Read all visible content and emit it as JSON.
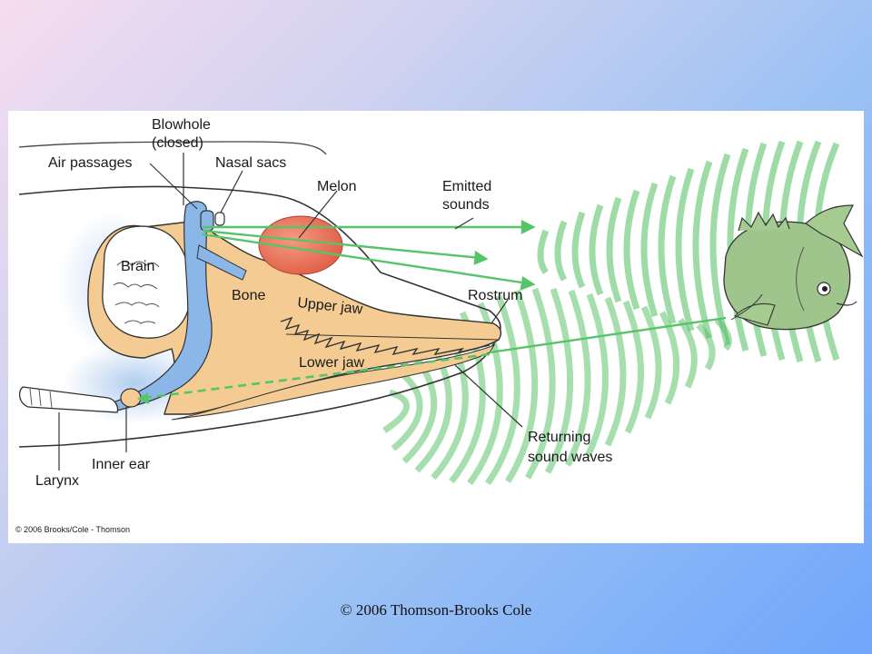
{
  "labels": {
    "blowhole": "Blowhole",
    "blowhole_state": "(closed)",
    "air_passages": "Air passages",
    "nasal_sacs": "Nasal sacs",
    "melon": "Melon",
    "emitted_line1": "Emitted",
    "emitted_line2": "sounds",
    "brain": "Brain",
    "bone": "Bone",
    "upper_jaw": "Upper jaw",
    "rostrum": "Rostrum",
    "lower_jaw": "Lower jaw",
    "returning_line1": "Returning",
    "returning_line2": "sound waves",
    "inner_ear": "Inner ear",
    "larynx": "Larynx"
  },
  "figure_credit": "© 2006 Brooks/Cole - Thomson",
  "footer": "© 2006 Thomson-Brooks Cole",
  "colors": {
    "sound": "#57c46a",
    "wave": "#4fbf5f",
    "bone": "#f4cc93",
    "passage": "#8ab6e8",
    "melon": "#e9735c",
    "fish": "#9fc58c"
  }
}
